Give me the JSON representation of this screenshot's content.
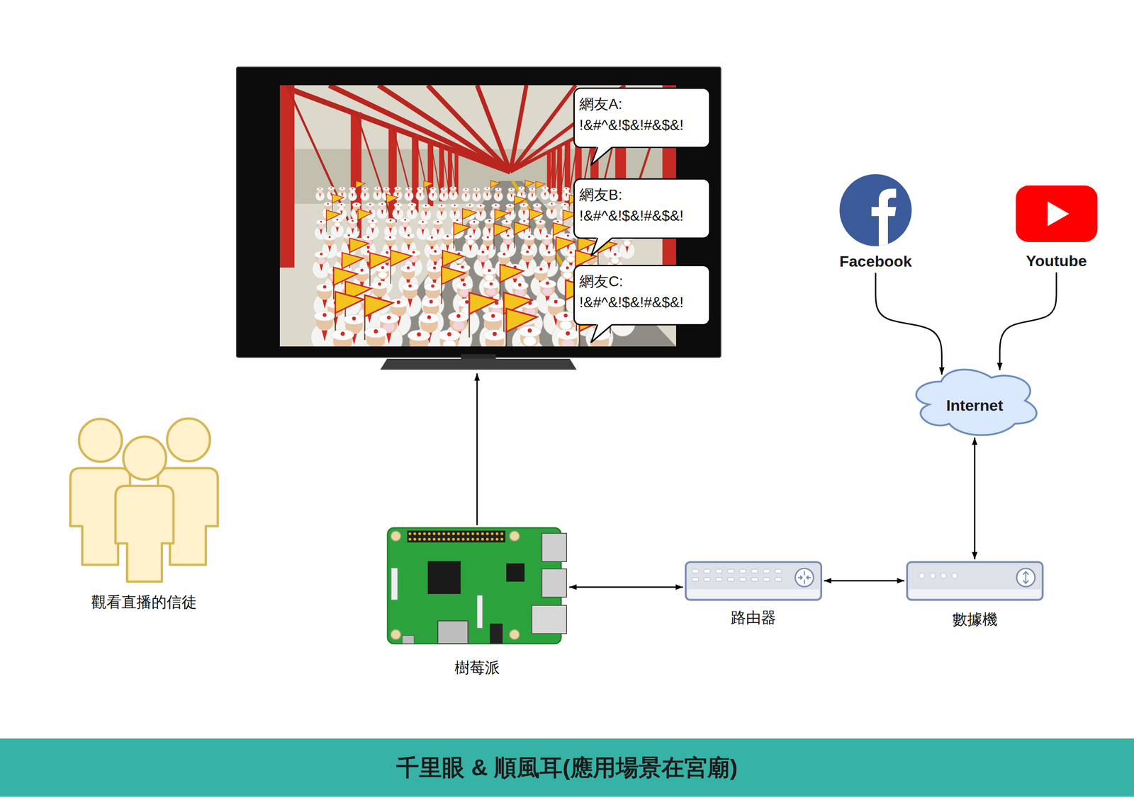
{
  "diagram": {
    "title": "千里眼 & 順風耳(應用場景在宮廟)",
    "nodes": [
      {
        "text": []
      },
      {
        "text": [
          "網友A: !&#^&!$&!#&$&!"
        ],
        "in": 0
      },
      {
        "text": [
          "網友B: !&#^&!$&!#&$&!"
        ],
        "in": 0
      },
      {
        "text": [
          "網友C: !&#^&!$&!#&$&!"
        ],
        "in": 0
      },
      {
        "text": [
          "Facebook"
        ]
      },
      {
        "text": [
          "Youtube"
        ]
      },
      {
        "text": [
          "Internet"
        ]
      },
      {
        "text": [
          "觀看直播的信徒"
        ]
      },
      {
        "text": [
          "樹莓派"
        ]
      },
      {
        "text": [
          "路由器"
        ]
      },
      {
        "text": [
          "數據機"
        ]
      }
    ],
    "edges": [
      {
        "from": 4,
        "to": 6,
        "arrow": "to"
      },
      {
        "from": 5,
        "to": 6,
        "arrow": "to"
      },
      {
        "from": 6,
        "to": 10,
        "arrow": "both"
      },
      {
        "from": 10,
        "to": 9,
        "arrow": "both"
      },
      {
        "from": 9,
        "to": 8,
        "arrow": "both"
      },
      {
        "from": 8,
        "to": 0,
        "arrow": "to"
      }
    ]
  }
}
